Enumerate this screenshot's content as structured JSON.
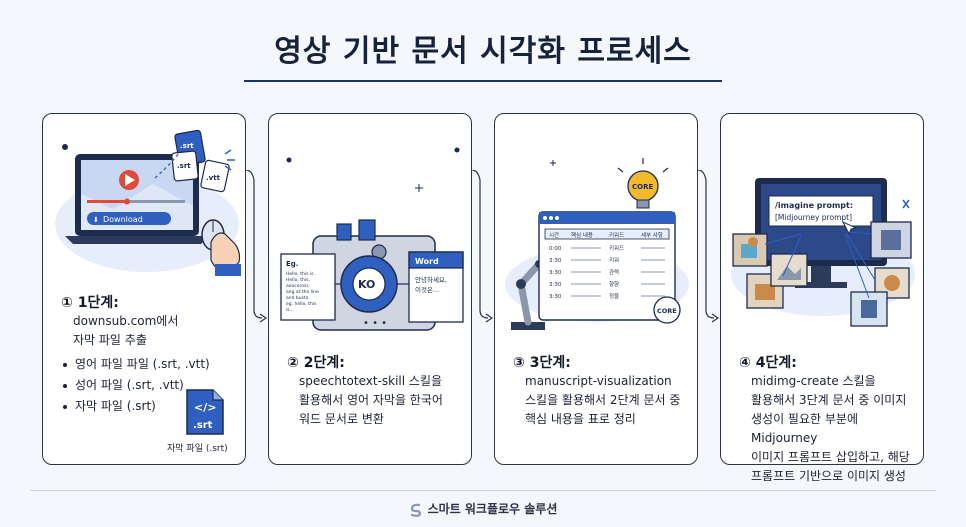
{
  "title": "영상 기반 문서 시각화 프로세스",
  "footer": "스마트 워크플로우 솔루션",
  "colors": {
    "accent": "#2f5fbf",
    "dark": "#1d2b4f",
    "badge": "#f2b92b"
  },
  "steps": [
    {
      "title": "① 1단계:",
      "desc": [
        "downsub.com에서",
        "자막 파일 추출"
      ],
      "bullets": [
        "영어 파일 파일 (.srt, .vtt)",
        "성어 파일 (.srt, .vtt)",
        "자막 파일 (.srt)"
      ],
      "illustration": {
        "download_button": "Download",
        "file1": ".srt",
        "file2": ".srt",
        "file3": ".vtt",
        "bottom_file": ".srt",
        "bottom_file_caption": "자막 파일 (.srt)"
      }
    },
    {
      "title": "② 2단계:",
      "desc": [
        "speechtotext-skill 스킬을",
        "활용해서 영어 자막을 한국어",
        "워드 문서로 변환"
      ],
      "illustration": {
        "source_label": "Eg.",
        "source_lines": [
          "Hello, this is.",
          "Hello, this,",
          "aoocoross",
          "ang at the line",
          "and busto",
          "eg. hello, this",
          "is..."
        ],
        "center_badge": "KO",
        "word_label": "Word",
        "word_lines": [
          "안녕하세요,",
          "이것은..."
        ]
      }
    },
    {
      "title": "③ 3단계:",
      "desc": [
        "manuscript-visualization",
        "스킬을 활용해서 2단계 문서 중",
        "핵심 내용을 표로 정리"
      ],
      "illustration": {
        "bulb_label": "CORE",
        "core_label": "CORE",
        "table_headers": [
          "시간",
          "핵심 내용",
          "키워드",
          "세부 사항"
        ],
        "table_rows": [
          [
            "0:00",
            "키워드"
          ],
          [
            "3:30",
            "키워"
          ],
          [
            "3:30",
            "관력"
          ],
          [
            "3:30",
            "향향"
          ],
          [
            "3:30",
            "정을"
          ]
        ]
      }
    },
    {
      "title": "④ 4단계:",
      "desc": [
        "midimg-create 스킬을",
        "활용해서 3단계 문서 중 이미지",
        "생성이 필요한 부분에 Midjourney",
        "이미지 프롬프트 삽입하고, 해당",
        "프롬프트 기반으로 이미지 생성"
      ],
      "illustration": {
        "prompt_line1": "/imagine prompt:",
        "prompt_line2": "[Midjourney prompt]"
      }
    }
  ]
}
